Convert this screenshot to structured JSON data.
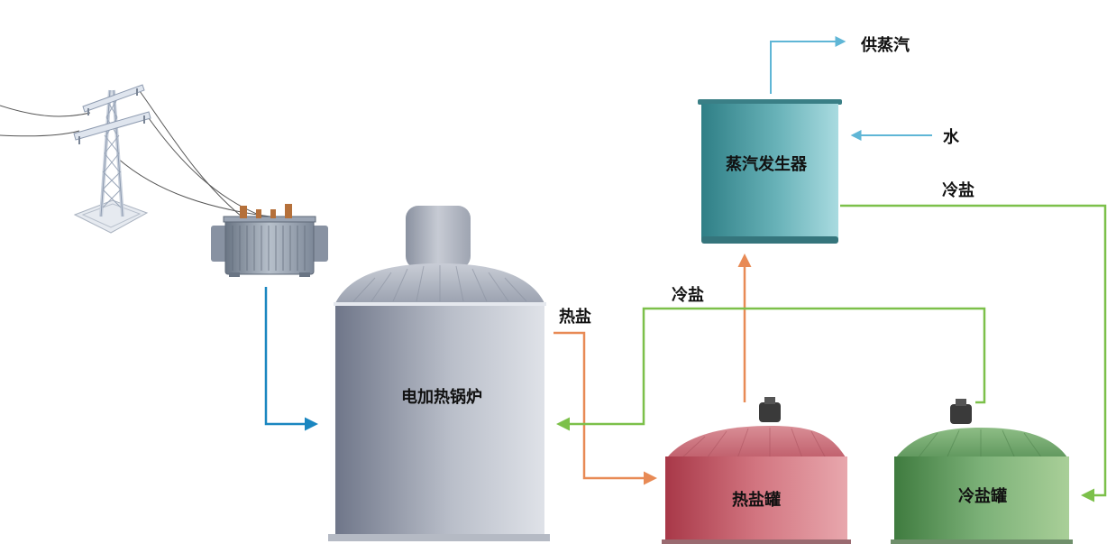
{
  "components": {
    "boiler": {
      "label": "电加热锅炉"
    },
    "steam_generator": {
      "label": "蒸汽发生器"
    },
    "hot_salt_tank": {
      "label": "热盐罐"
    },
    "cold_salt_tank": {
      "label": "冷盐罐"
    },
    "transmission_tower": {
      "label": ""
    },
    "transformer": {
      "label": ""
    }
  },
  "flows": {
    "steam_supply": {
      "label": "供蒸汽"
    },
    "water_in": {
      "label": "水"
    },
    "hot_salt": {
      "label": "热盐"
    },
    "cold_salt_from_generator": {
      "label": "冷盐"
    },
    "cold_salt_to_boiler": {
      "label": "冷盐"
    }
  },
  "colors": {
    "power_line": "#1a86c0",
    "hot_salt": "#e88a55",
    "cold_salt": "#7cc04a",
    "water_steam": "#5fb6d6",
    "boiler_body": "#a9afbc",
    "steam_generator_body": "#5aa3aa",
    "hot_tank_body": "#c85c68",
    "cold_tank_body": "#6da56a"
  }
}
